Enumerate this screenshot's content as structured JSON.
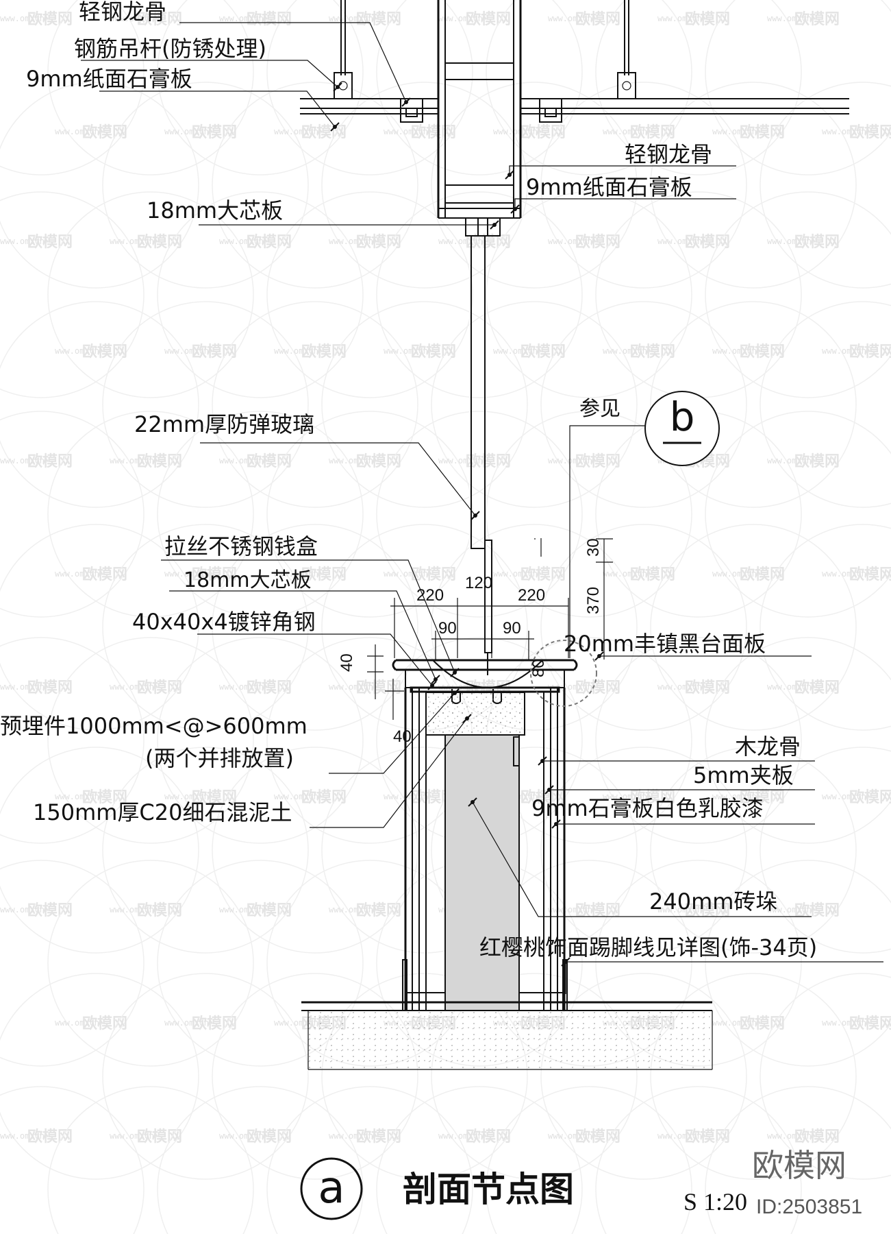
{
  "watermark": {
    "brand": "欧模网",
    "url": "www.om.cn"
  },
  "labels": {
    "light_steel_keel_top": "轻钢龙骨",
    "rebar_hanger": "钢筋吊杆(防锈处理)",
    "gypsum_9mm_top": "9mm纸面石膏板",
    "light_steel_keel_right": "轻钢龙骨",
    "gypsum_9mm_right": "9mm纸面石膏板",
    "blockboard_18mm_top": "18mm大芯板",
    "bulletproof_glass": "22mm厚防弹玻璃",
    "see_ref": "参见",
    "detail_ref_letter": "b",
    "stainless_box": "拉丝不锈钢钱盒",
    "blockboard_18mm_mid": "18mm大芯板",
    "angle_steel": "40x40x4镀锌角钢",
    "black_countertop": "20mm丰镇黑台面板",
    "embedded_part": "预埋件1000mm<@>600mm",
    "embedded_part_note": "(两个并排放置)",
    "concrete": "150mm厚C20细石混泥土",
    "wood_keel": "木龙骨",
    "plywood_5mm": "5mm夹板",
    "gypsum_latex": "9mm石膏板白色乳胶漆",
    "brick_pier": "240mm砖垛",
    "skirting": "红樱桃饰面踢脚线见详图(饰-34页)"
  },
  "dimensions": {
    "d220_left": "220",
    "d120": "120",
    "d220_right": "220",
    "d90_left": "90",
    "d90_right": "90",
    "d30": "30",
    "d370": "370",
    "d80": "80",
    "d40_upper": "40",
    "d40_lower": "40"
  },
  "footer": {
    "detail_letter": "a",
    "title": "剖面节点图",
    "scale": "S 1:20",
    "brand": "欧模网",
    "id": "ID:2503851"
  }
}
